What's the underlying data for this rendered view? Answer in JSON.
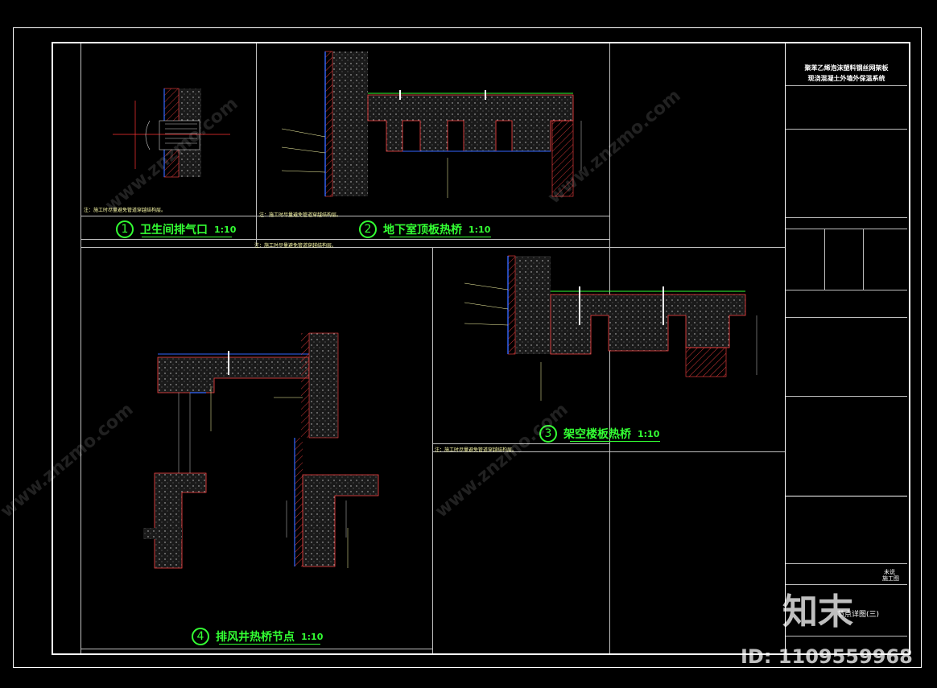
{
  "panels": [
    {
      "num": "1",
      "title": "卫生间排气口",
      "scale": "1:10"
    },
    {
      "num": "2",
      "title": "地下室顶板热桥",
      "scale": "1:10"
    },
    {
      "num": "3",
      "title": "架空楼板热桥",
      "scale": "1:10"
    },
    {
      "num": "4",
      "title": "排风井热桥节点",
      "scale": "1:10"
    }
  ],
  "title_block": {
    "project_title_line1": "聚苯乙烯泡沫塑料钢丝网架板",
    "project_title_line2": "现浇混凝土外墙外保温系统",
    "drawing_name": "节点详图(三)",
    "cell_a": "未说",
    "cell_b": "施工图"
  },
  "watermark": {
    "site": "www.znzmo.com",
    "logo_text": "知末",
    "id_text": "ID: 1109559968"
  },
  "colors": {
    "accent_green": "#33ff33",
    "concrete_red": "#ff4444",
    "insulation_blue": "#3366ff",
    "label_yellow": "#ffffaa",
    "frame_white": "#ffffff"
  }
}
